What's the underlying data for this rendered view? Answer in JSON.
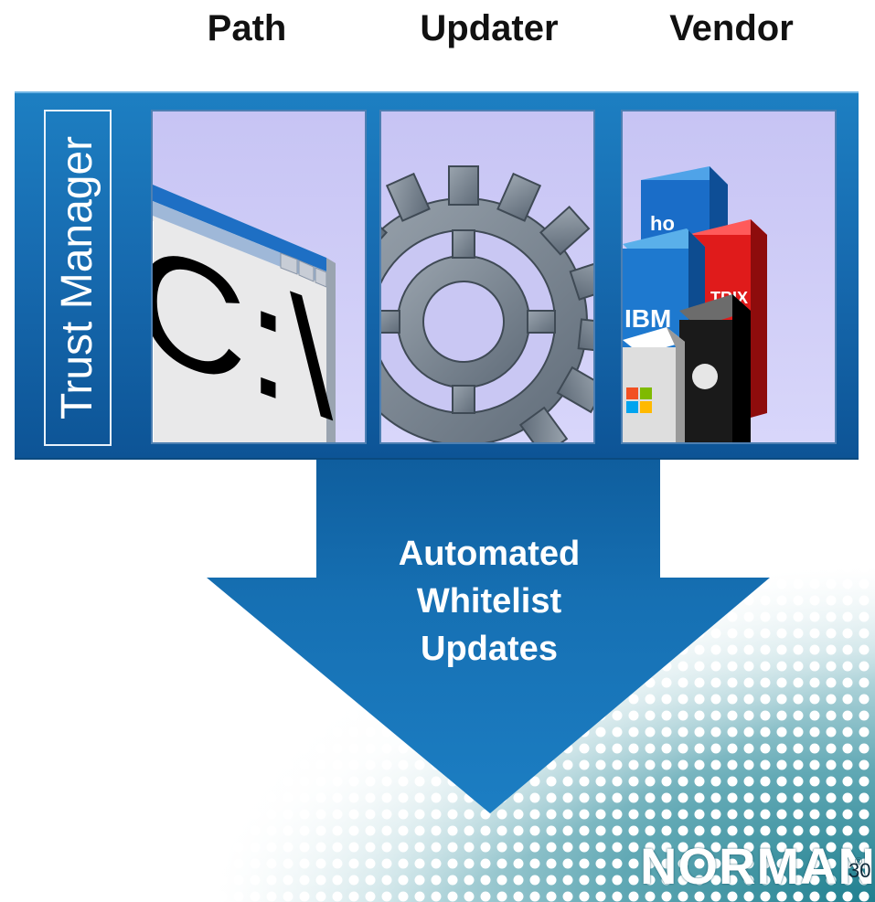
{
  "headings": {
    "path": "Path",
    "updater": "Updater",
    "vendor": "Vendor"
  },
  "side_label": "Trust Manager",
  "arrow": {
    "line1": "Automated",
    "line2": "Whitelist",
    "line3": "Updates"
  },
  "tiles": {
    "path_window_text": "C:\\",
    "vendor_boxes": [
      "IBM",
      "TRIX",
      "ho"
    ]
  },
  "footer": {
    "logo": "NORMAN",
    "page_number": "30"
  },
  "colors": {
    "panel_blue": "#176bb0",
    "arrow_blue": "#1670b3",
    "dot_teal": "#3f8f9f"
  }
}
